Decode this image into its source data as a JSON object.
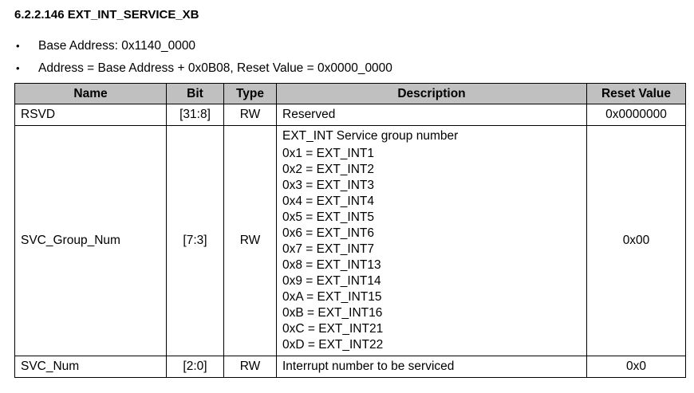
{
  "section_title": "6.2.2.146 EXT_INT_SERVICE_XB",
  "bullets": [
    "Base Address: 0x1140_0000",
    "Address = Base Address + 0x0B08, Reset Value = 0x0000_0000"
  ],
  "bullet_glyph": "•",
  "table": {
    "headers": {
      "name": "Name",
      "bit": "Bit",
      "type": "Type",
      "description": "Description",
      "reset": "Reset Value"
    },
    "header_bg": "#c0c0c0",
    "rows": [
      {
        "name": "RSVD",
        "bit": "[31:8]",
        "type": "RW",
        "description": "Reserved",
        "reset": "0x0000000"
      },
      {
        "name": "SVC_Group_Num",
        "bit": "[7:3]",
        "type": "RW",
        "description": "EXT_INT Service group number",
        "description_lines": [
          "0x1 = EXT_INT1",
          "0x2 = EXT_INT2",
          "0x3 = EXT_INT3",
          "0x4 = EXT_INT4",
          "0x5 = EXT_INT5",
          "0x6 = EXT_INT6",
          "0x7 = EXT_INT7",
          "0x8 = EXT_INT13",
          "0x9 = EXT_INT14",
          "0xA = EXT_INT15",
          "0xB = EXT_INT16",
          "0xC = EXT_INT21",
          "0xD = EXT_INT22"
        ],
        "reset": "0x00"
      },
      {
        "name": "SVC_Num",
        "bit": "[2:0]",
        "type": "RW",
        "description": "Interrupt number to be serviced",
        "reset": "0x0"
      }
    ]
  }
}
